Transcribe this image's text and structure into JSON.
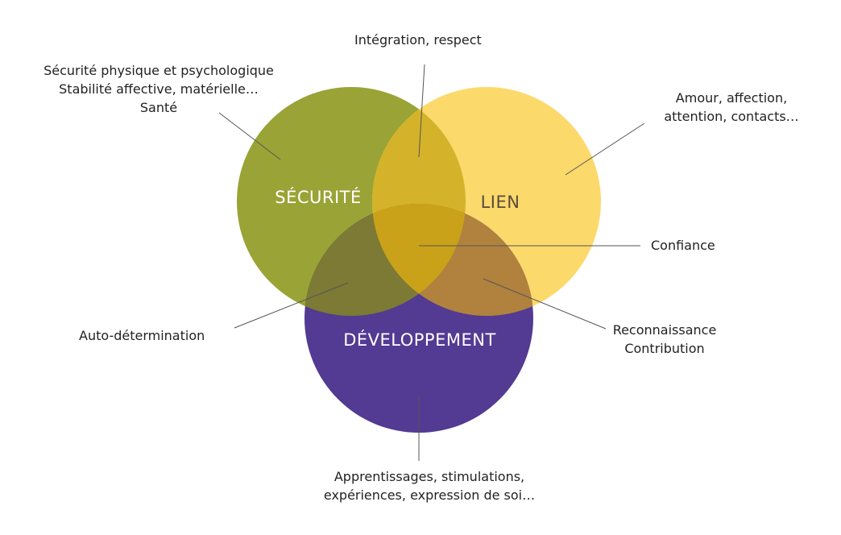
{
  "colors": {
    "securite": "#9aa336",
    "lien": "#fcd96b",
    "developpement": "#533a92",
    "overlap_sec_lien": "#d4b32a",
    "overlap_sec_dev": "#7c7a34",
    "overlap_lien_dev": "#b0823e",
    "overlap_center": "#caa219",
    "leader_line": "#555555"
  },
  "circles": {
    "securite": "SÉCURITÉ",
    "lien": "LIEN",
    "developpement": "DÉVELOPPEMENT"
  },
  "annotations": {
    "integration": "Intégration, respect",
    "securite": [
      "Sécurité physique et psychologique",
      "Stabilité affective, matérielle…",
      "Santé"
    ],
    "lien": [
      "Amour, affection,",
      "attention, contacts…"
    ],
    "confiance": "Confiance",
    "autodetermination": "Auto-détermination",
    "reconnaissance": [
      "Reconnaissance",
      "Contribution"
    ],
    "developpement": [
      "Apprentissages, stimulations,",
      "expériences,  expression de soi…"
    ]
  }
}
